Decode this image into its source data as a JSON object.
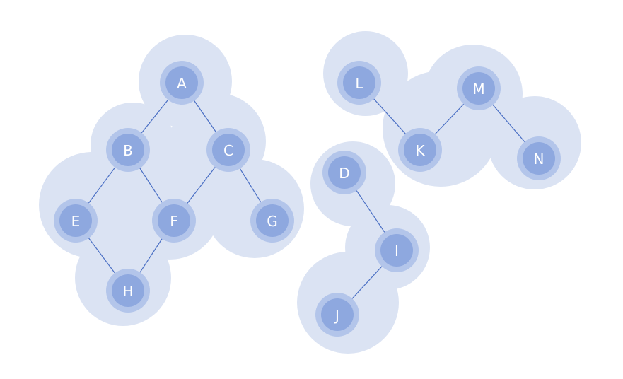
{
  "nodes": [
    {
      "id": "A",
      "label": "A"
    },
    {
      "id": "B",
      "label": "B"
    },
    {
      "id": "C",
      "label": "C"
    },
    {
      "id": "E",
      "label": "E"
    },
    {
      "id": "F",
      "label": "F"
    },
    {
      "id": "G",
      "label": "G"
    },
    {
      "id": "H",
      "label": "H"
    },
    {
      "id": "L",
      "label": "L"
    },
    {
      "id": "M",
      "label": "M"
    },
    {
      "id": "K",
      "label": "K"
    },
    {
      "id": "N",
      "label": "N"
    },
    {
      "id": "D",
      "label": "D"
    },
    {
      "id": "I",
      "label": "I"
    },
    {
      "id": "J",
      "label": "J"
    }
  ],
  "edges": [
    [
      "A",
      "B"
    ],
    [
      "A",
      "C"
    ],
    [
      "B",
      "E"
    ],
    [
      "B",
      "F"
    ],
    [
      "C",
      "F"
    ],
    [
      "C",
      "G"
    ],
    [
      "E",
      "H"
    ],
    [
      "F",
      "H"
    ],
    [
      "L",
      "K"
    ],
    [
      "K",
      "M"
    ],
    [
      "M",
      "N"
    ],
    [
      "D",
      "I"
    ],
    [
      "I",
      "J"
    ]
  ],
  "colors": {
    "cluster_fill": "#dbe3f3",
    "node_halo": "#b3c5ea",
    "node_core": "#8ea8df",
    "edge": "#4a6fc4",
    "label": "#ffffff"
  }
}
